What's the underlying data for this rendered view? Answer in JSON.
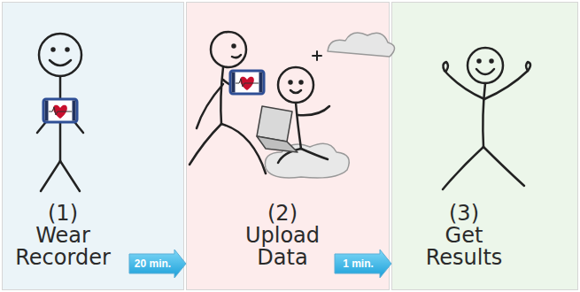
{
  "diagram": {
    "nodes": [
      {
        "text": [
          "(1)",
          "Wear Recorder"
        ]
      },
      {
        "text": [
          "(2)",
          "Upload Data"
        ]
      },
      {
        "text": [
          "(3)",
          "Get Results"
        ]
      }
    ],
    "edges": [
      {
        "from": 0,
        "to": 1,
        "arrow": "to",
        "label": "20 min."
      },
      {
        "from": 1,
        "to": 2,
        "arrow": "to",
        "label": "1 min."
      }
    ]
  }
}
